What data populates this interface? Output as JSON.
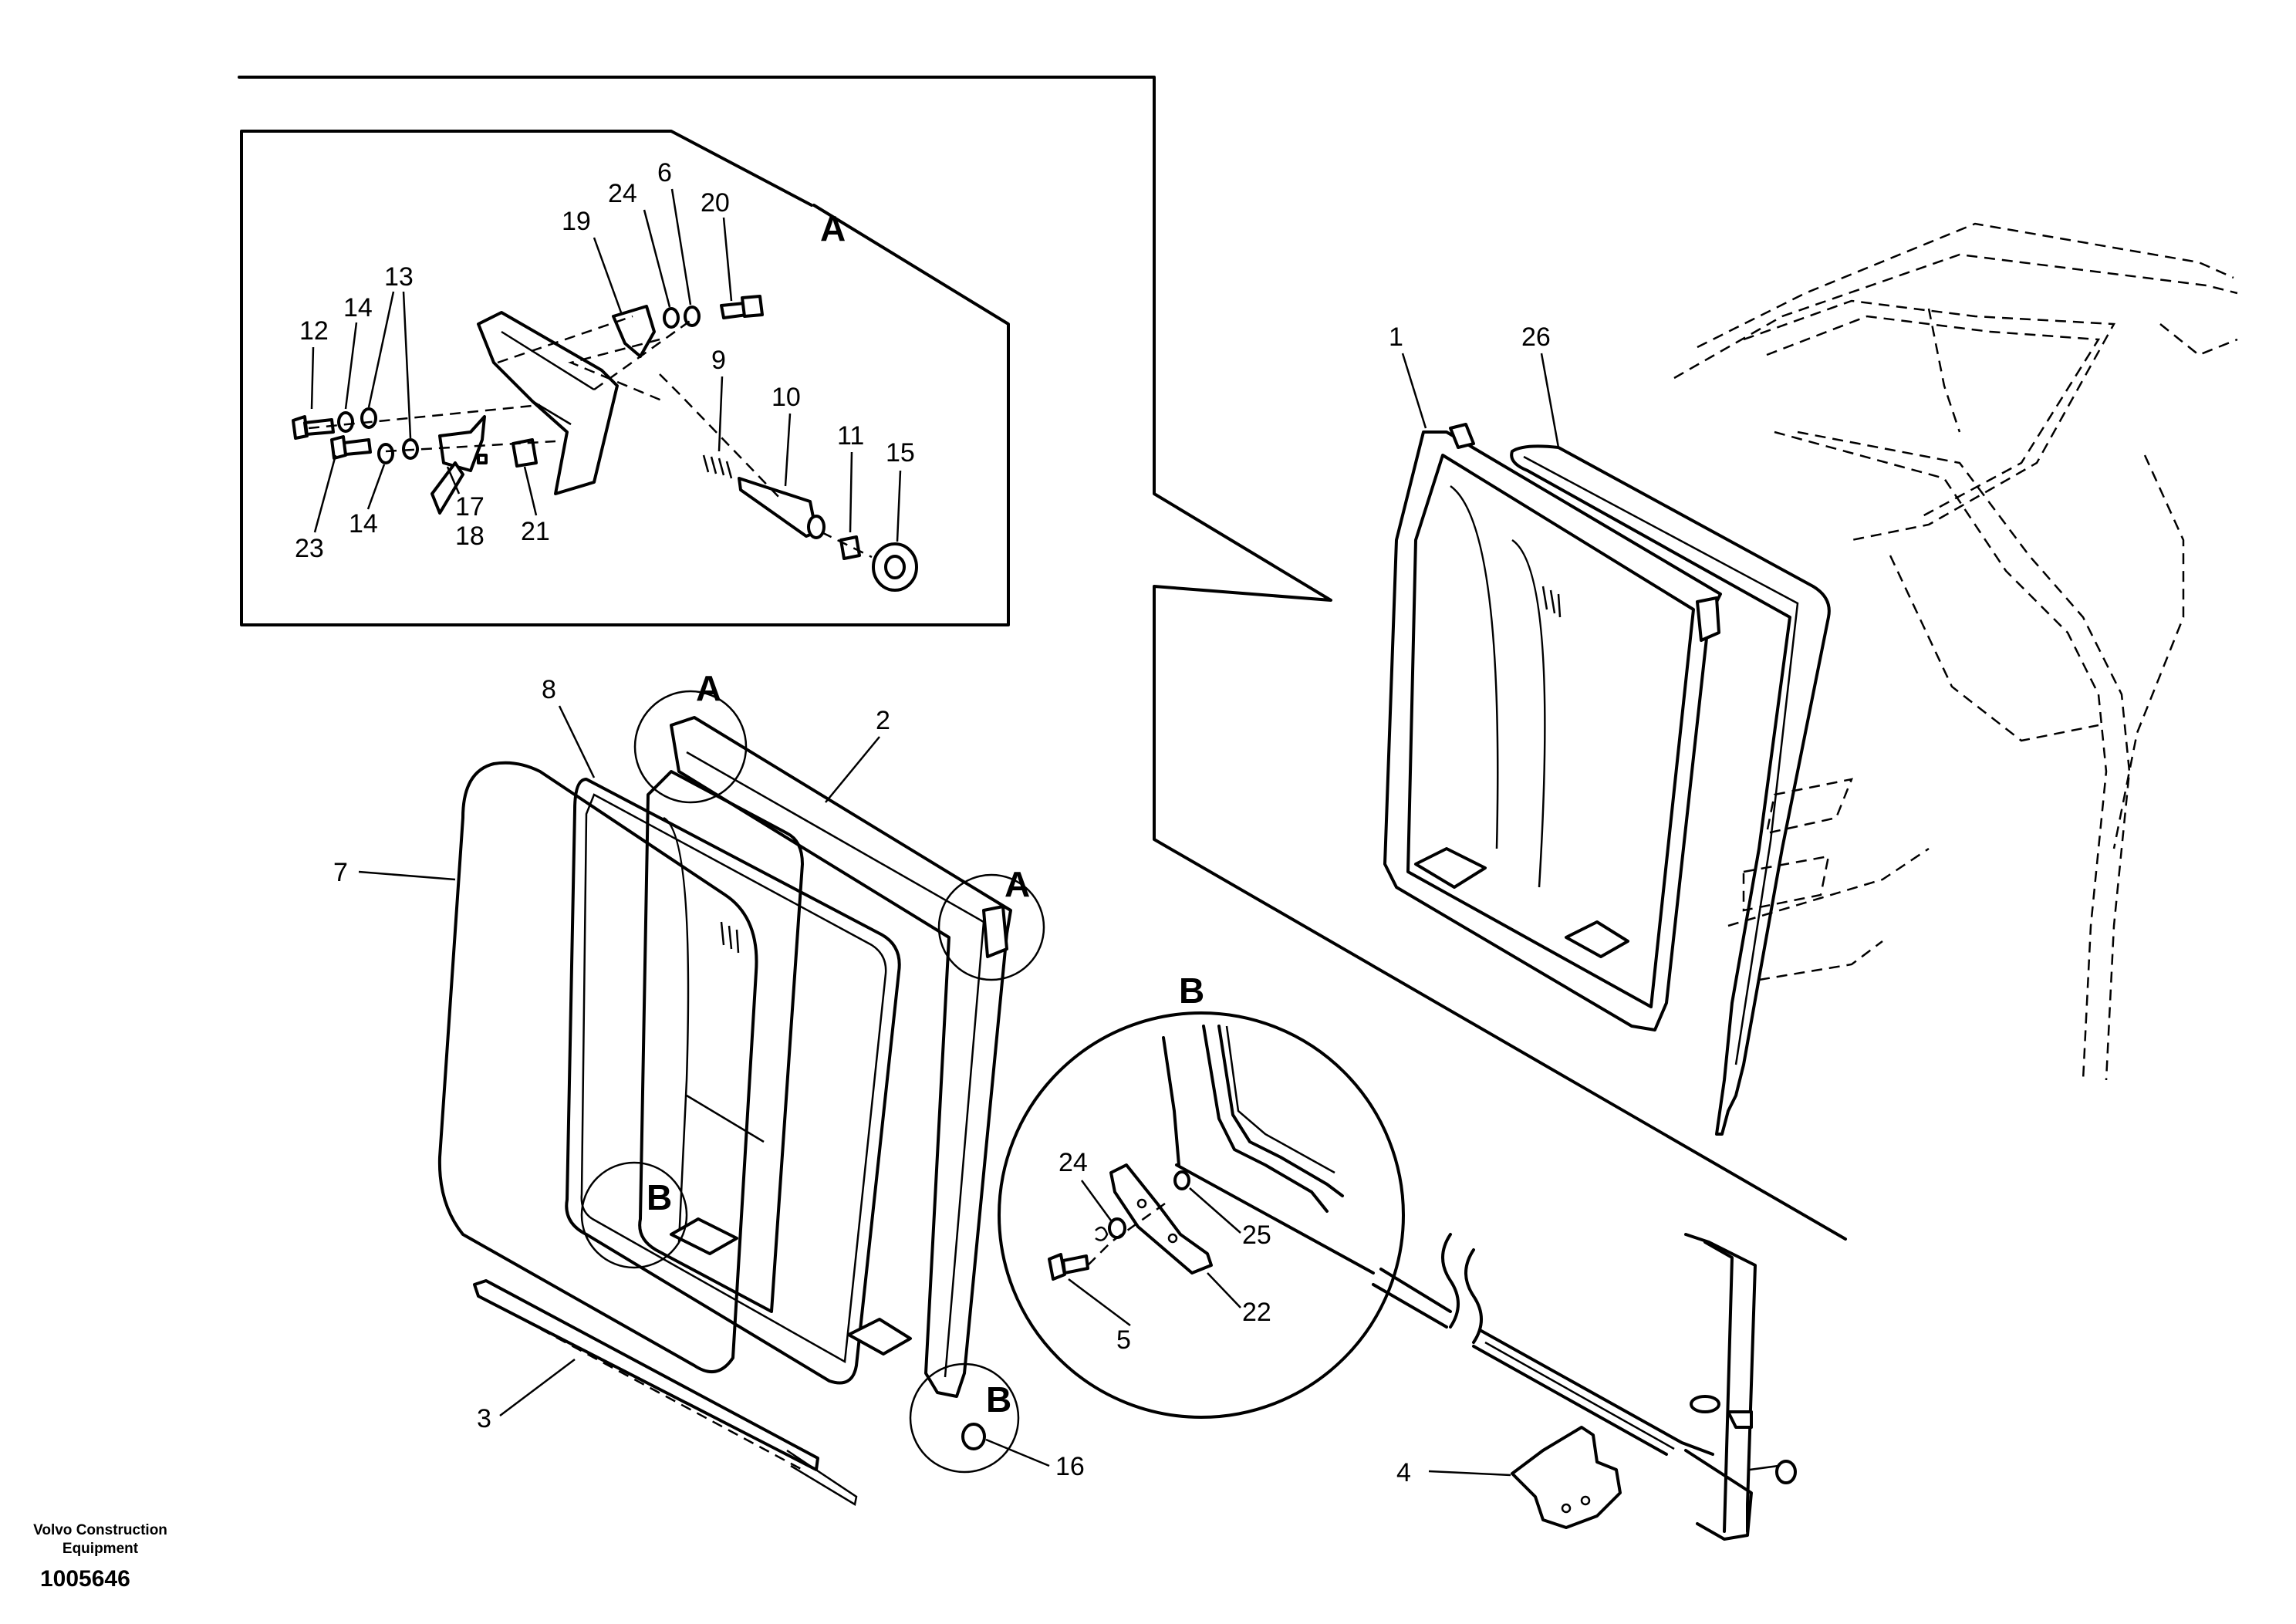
{
  "brand": {
    "line1": "Volvo Construction",
    "line2": "Equipment"
  },
  "document_number": "1005646",
  "detail_labels": {
    "a": "A",
    "b": "B"
  },
  "callouts": {
    "c1": "1",
    "c2": "2",
    "c3": "3",
    "c4": "4",
    "c5": "5",
    "c6": "6",
    "c7": "7",
    "c8": "8",
    "c9": "9",
    "c10": "10",
    "c11": "11",
    "c12": "12",
    "c13": "13",
    "c14": "14",
    "c15": "15",
    "c16": "16",
    "c17": "17",
    "c18": "18",
    "c19": "19",
    "c20": "20",
    "c21": "21",
    "c22": "22",
    "c23": "23",
    "c24": "24",
    "c25": "25",
    "c26": "26"
  }
}
